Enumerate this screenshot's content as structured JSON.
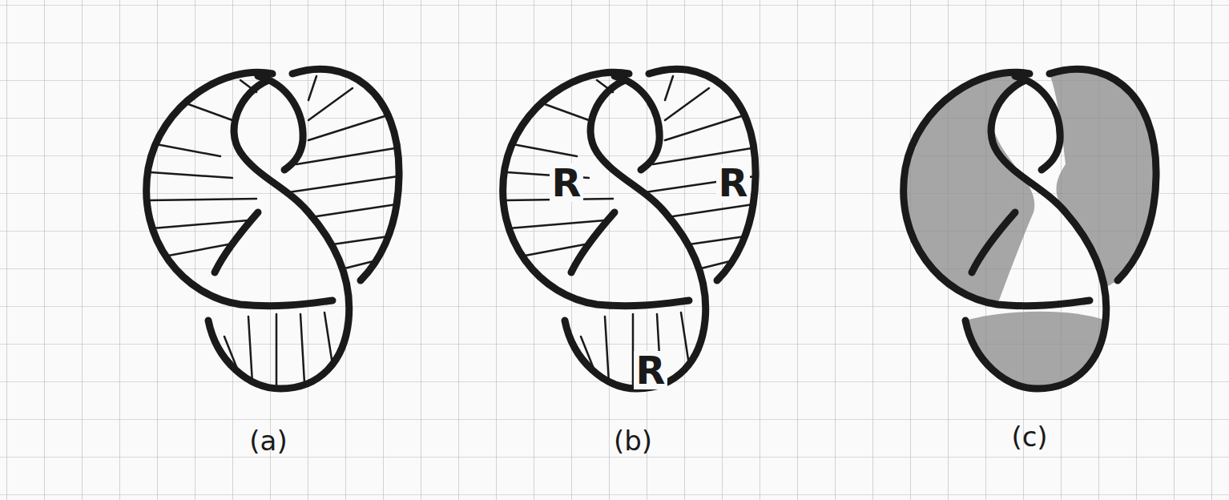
{
  "diagram": {
    "labels": [
      "(a)",
      "R",
      "R",
      "R",
      "(b)",
      "(c)"
    ]
  }
}
